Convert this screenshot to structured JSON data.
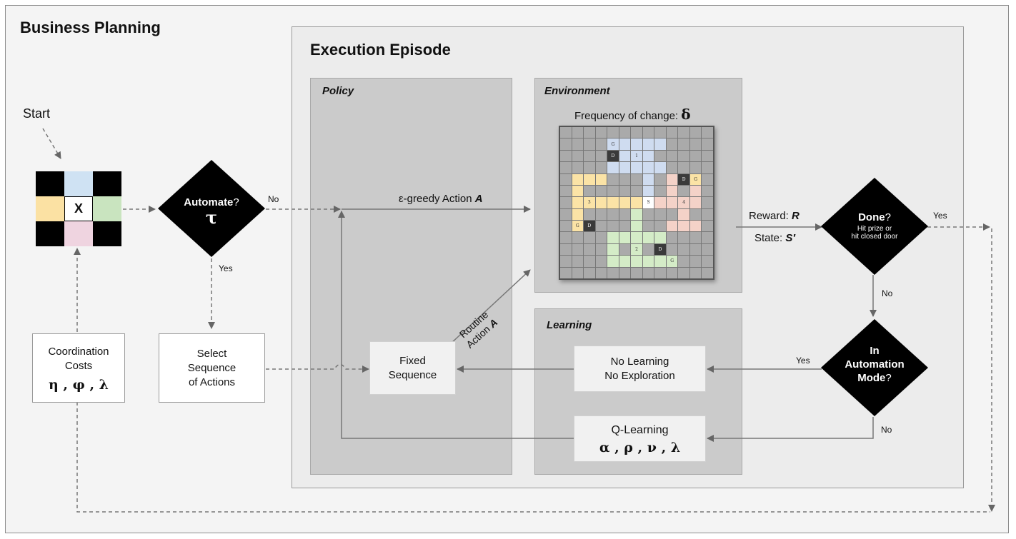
{
  "labels": {
    "business_planning": "Business Planning",
    "execution_episode": "Execution Episode",
    "start": "Start",
    "policy": "Policy",
    "environment": "Environment",
    "learning": "Learning",
    "frequency_text": "Frequency of change: ",
    "frequency_symbol": "δ",
    "egreedy": "ε-greedy Action ",
    "egreedy_symbol": "A",
    "routine_line1": "Routine",
    "routine_line2": "Action ",
    "routine_symbol": "A",
    "reward": "Reward: ",
    "reward_symbol": "R",
    "state": "State: ",
    "state_symbol": "S′"
  },
  "decisions": {
    "automate": {
      "title": "Automate",
      "suffix": "?",
      "symbol": "τ",
      "no": "No",
      "yes": "Yes"
    },
    "done": {
      "title": "Done",
      "suffix": "?",
      "sub1": "Hit prize or",
      "sub2": "hit closed door",
      "yes": "Yes",
      "no": "No"
    },
    "automation_mode": {
      "line1": "In",
      "line2": "Automation",
      "line3": "Mode",
      "suffix": "?",
      "yes": "Yes",
      "no": "No"
    }
  },
  "boxes": {
    "coordination": {
      "line1": "Coordination",
      "line2": "Costs",
      "symbols": "η , φ , λ"
    },
    "select": {
      "line1": "Select",
      "line2": "Sequence",
      "line3": "of Actions"
    },
    "fixed": {
      "line1": "Fixed",
      "line2": "Sequence"
    },
    "no_learning": {
      "line1": "No Learning",
      "line2": "No Exploration"
    },
    "qlearning": {
      "line1": "Q-Learning",
      "symbols": "α , ρ , ν , λ"
    }
  },
  "start_icon": {
    "center": "X",
    "colors": {
      "top": "#cfe2f3",
      "left": "#fbe1a3",
      "right": "#c9e4bf",
      "bottom": "#efd4e0",
      "corner": "#000000"
    }
  },
  "grid_labels": [
    "G",
    "D",
    "1",
    "D",
    "G",
    "3",
    "S",
    "4",
    "G",
    "D",
    "2",
    "D",
    "G"
  ],
  "colors": {
    "yellow": "#fbe3a6",
    "blue": "#cfdcf0",
    "pink": "#f4d2c8",
    "green": "#d4ecc7",
    "dark": "#3a3a3a"
  }
}
